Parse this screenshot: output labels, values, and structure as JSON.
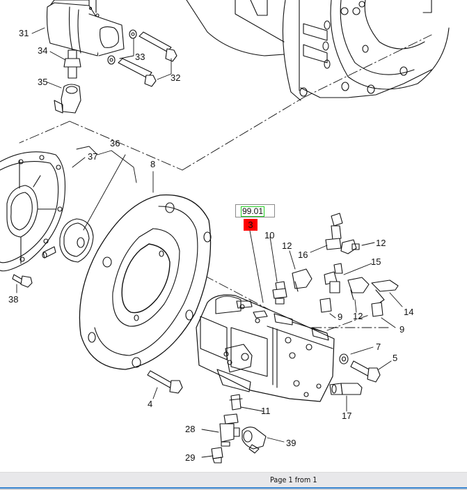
{
  "viewer": {
    "status": {
      "page_text": "Page 1 from 1"
    },
    "colors": {
      "highlight_red": "#ff0000",
      "ref_box_green": "#22cc22",
      "status_accent": "#3a86d0",
      "status_bg": "#e8e8ea"
    }
  },
  "diagram": {
    "reference_box": {
      "label": "99.01"
    },
    "selected_item": {
      "label": "3"
    },
    "callouts": [
      {
        "id": "31",
        "label": "31"
      },
      {
        "id": "34",
        "label": "34"
      },
      {
        "id": "35",
        "label": "35"
      },
      {
        "id": "33",
        "label": "33"
      },
      {
        "id": "32",
        "label": "32"
      },
      {
        "id": "36",
        "label": "36"
      },
      {
        "id": "37",
        "label": "37"
      },
      {
        "id": "8",
        "label": "8"
      },
      {
        "id": "38",
        "label": "38"
      },
      {
        "id": "10",
        "label": "10"
      },
      {
        "id": "12a",
        "label": "12"
      },
      {
        "id": "16",
        "label": "16"
      },
      {
        "id": "12b",
        "label": "12"
      },
      {
        "id": "15",
        "label": "15"
      },
      {
        "id": "9a",
        "label": "9"
      },
      {
        "id": "12c",
        "label": "12"
      },
      {
        "id": "14",
        "label": "14"
      },
      {
        "id": "9b",
        "label": "9"
      },
      {
        "id": "7",
        "label": "7"
      },
      {
        "id": "5",
        "label": "5"
      },
      {
        "id": "4",
        "label": "4"
      },
      {
        "id": "11",
        "label": "11"
      },
      {
        "id": "17",
        "label": "17"
      },
      {
        "id": "28",
        "label": "28"
      },
      {
        "id": "39",
        "label": "39"
      },
      {
        "id": "29",
        "label": "29"
      }
    ]
  }
}
